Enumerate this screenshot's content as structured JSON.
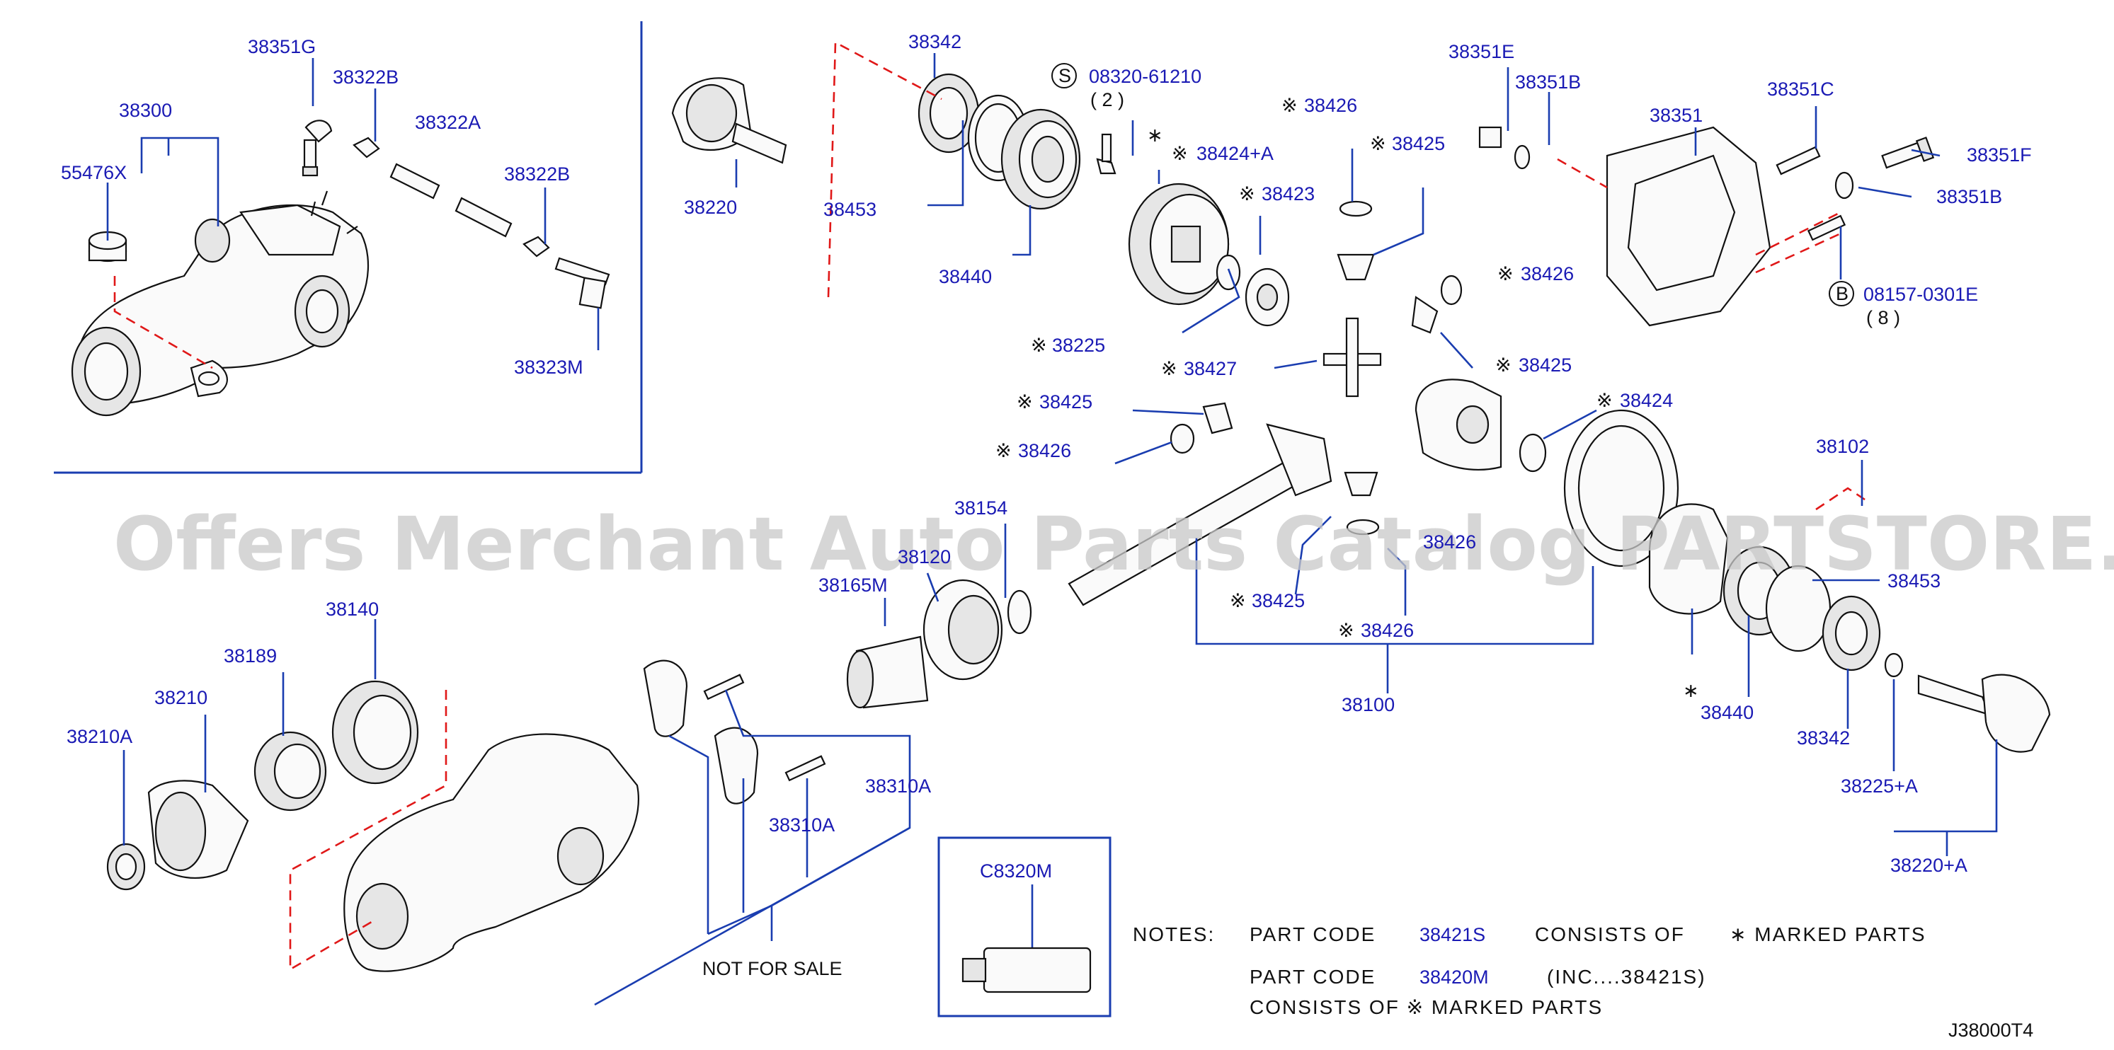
{
  "diagram_id": "J38000T4",
  "watermark": "Offers Merchant Auto Parts Catalog PARTSTORE.SA",
  "colors": {
    "label": "#1a1ab4",
    "leader": "#1a3db0",
    "dash": "#e01818",
    "ink": "#111111"
  },
  "labels": {
    "p38300": "38300",
    "p55476x": "55476X",
    "p38351g": "38351G",
    "p38322b_1": "38322B",
    "p38322a": "38322A",
    "p38322b_2": "38322B",
    "p38323m": "38323M",
    "p38220": "38220",
    "p38342_top": "38342",
    "p38453_top": "38453",
    "p38440_top": "38440",
    "p08320": "08320-61210",
    "p08320_qty": "( 2 )",
    "p38426_a": "38426",
    "p38425_a": "38425",
    "p38424a": "38424+A",
    "p38423": "38423",
    "p38225": "38225",
    "p38426_b": "38426",
    "p38427": "38427",
    "p38425_b": "38425",
    "p38424": "38424",
    "p38425_c": "38425",
    "p38426_c": "38426",
    "p38154": "38154",
    "p38120": "38120",
    "p38165m": "38165M",
    "p38425_d": "38425",
    "p38426_d": "38426",
    "p38426_e": "38426",
    "p38100": "38100",
    "p38351e": "38351E",
    "p38351b_1": "38351B",
    "p38351": "38351",
    "p38351c": "38351C",
    "p38351f": "38351F",
    "p38351b_2": "38351B",
    "p08157": "08157-0301E",
    "p08157_qty": "( 8 )",
    "p38102": "38102",
    "p38453_r": "38453",
    "p38440_r": "38440",
    "p38342_r": "38342",
    "p38225a": "38225+A",
    "p38220a": "38220+A",
    "p38140": "38140",
    "p38189": "38189",
    "p38210": "38210",
    "p38210a": "38210A",
    "p38310a_1": "38310A",
    "p38310a_2": "38310A",
    "not_for_sale": "NOT  FOR  SALE",
    "c8320m": "C8320M"
  },
  "markers": {
    "star": "∗",
    "kome": "※",
    "bolt_s": "S",
    "bolt_b": "B"
  },
  "notes": {
    "heading": "NOTES:",
    "line1_pre": "PART  CODE",
    "line1_code": "38421S",
    "line1_mid": "CONSISTS  OF",
    "line1_post": "∗ MARKED  PARTS",
    "line2_pre": "PART  CODE",
    "line2_code": "38420M",
    "line2_post": "(INC....38421S)",
    "line3": "CONSISTS  OF      ※ MARKED  PARTS"
  }
}
